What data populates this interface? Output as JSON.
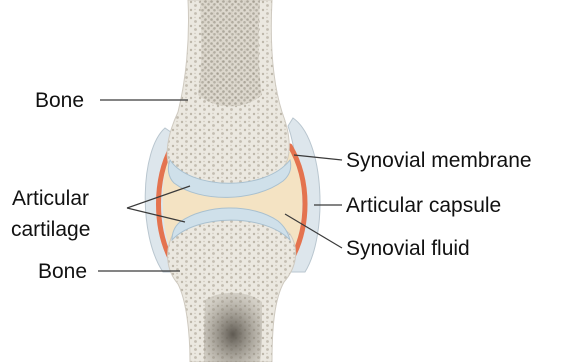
{
  "labels": {
    "bone_top": "Bone",
    "articular_cartilage_line1": "Articular",
    "articular_cartilage_line2": "cartilage",
    "bone_bottom": "Bone",
    "synovial_membrane": "Synovial membrane",
    "articular_capsule": "Articular capsule",
    "synovial_fluid": "Synovial fluid"
  },
  "colors": {
    "bone": "#e9e6de",
    "bone_pores": "#b9b3a6",
    "marrow": "#6f6a61",
    "cartilage": "#cfe0ea",
    "synovial_fluid": "#f4e3c3",
    "synovial_membrane": "#e4734f",
    "capsule": "#dde6ec"
  }
}
